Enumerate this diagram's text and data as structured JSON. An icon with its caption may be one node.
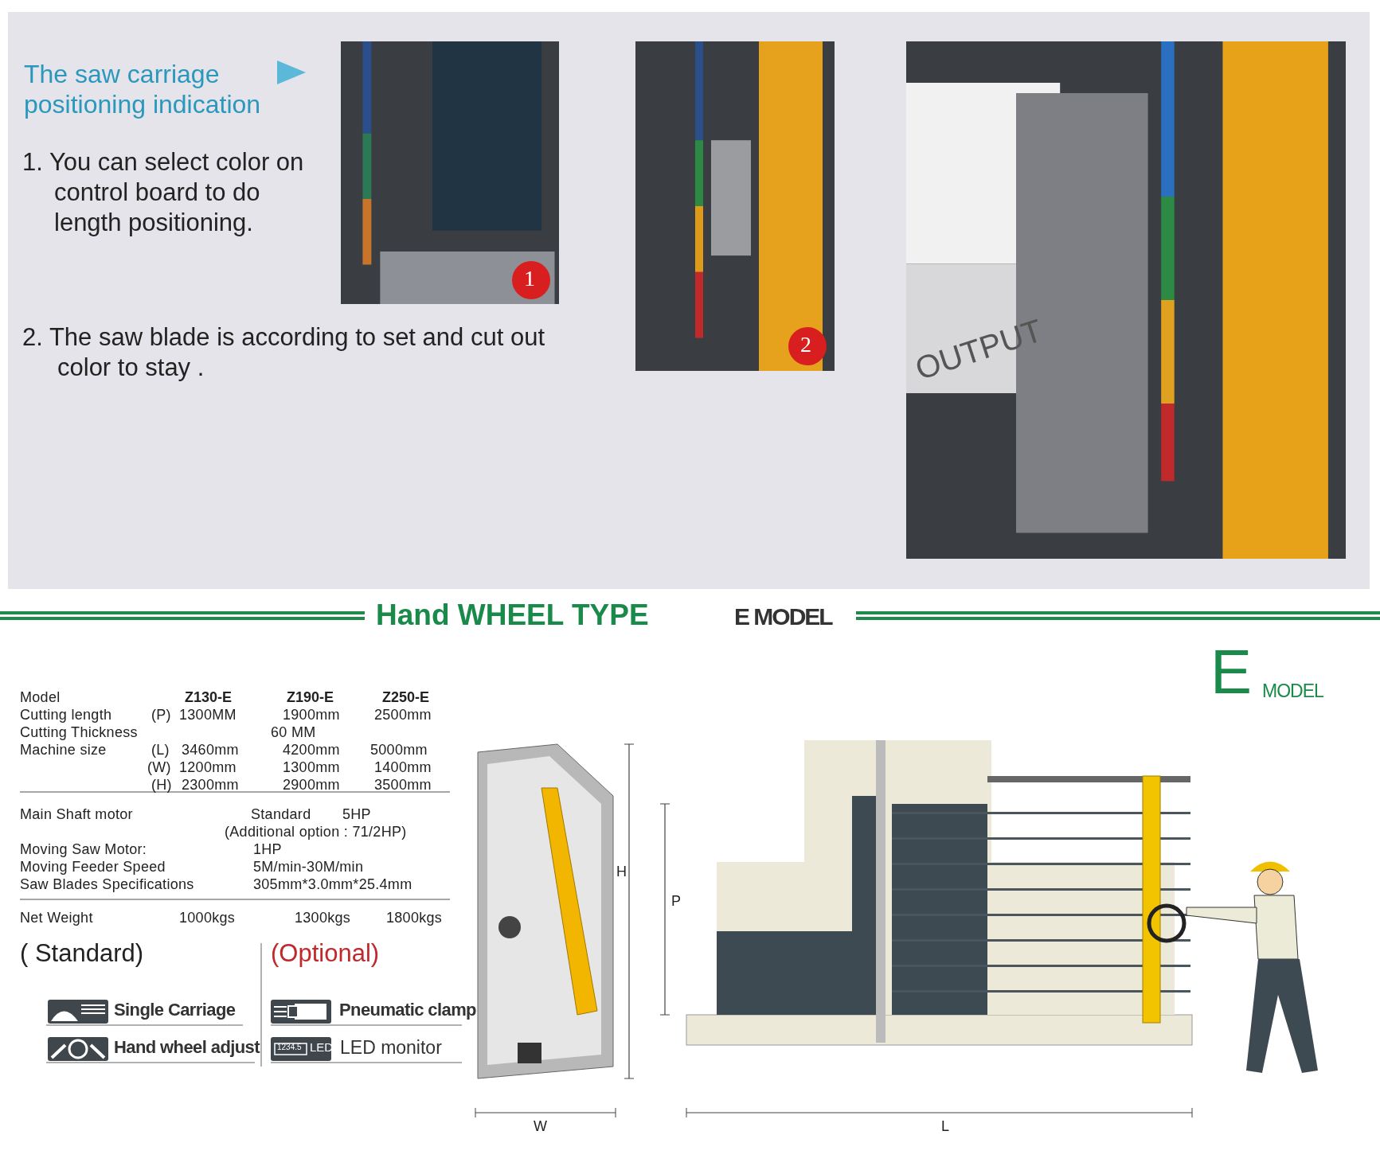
{
  "diagram": {
    "title": "Hand WHEEL TYPE",
    "labels": [
      "The saw carriage positioning indication",
      "1. You can select color on control board to do length positioning.",
      "1",
      "2",
      "2. The saw blade is according to set and cut out color to stay .",
      "OUTPUT",
      "E MODEL",
      "E",
      "MODEL",
      "Model",
      "Z130-E",
      "Z190-E",
      "Z250-E",
      "Cutting length",
      "(P)",
      "1300MM",
      "1900mm",
      "2500mm",
      "Cutting Thickness",
      "60 MM",
      "Machine size",
      "(L)",
      "3460mm",
      "4200mm",
      "5000mm",
      "(W)",
      "1200mm",
      "1300mm",
      "1400mm",
      "(H)",
      "2300mm",
      "2900mm",
      "3500mm",
      "Main Shaft motor",
      "Standard",
      "5HP",
      "(Additional option : 71/2HP)",
      "Moving Saw Motor:",
      "1HP",
      "Moving Feeder Speed",
      "5M/min-30M/min",
      "Saw Blades Specifications",
      "305mm*3.0mm*25.4mm",
      "Net Weight",
      "1000kgs",
      "1300kgs",
      "1800kgs",
      "( Standard)",
      "(Optional)",
      "Single Carriage",
      "Pneumatic clamp",
      "Hand wheel adjust",
      "1234.5",
      "LED",
      "LED monitor",
      "H",
      "P",
      "W",
      "L"
    ]
  }
}
